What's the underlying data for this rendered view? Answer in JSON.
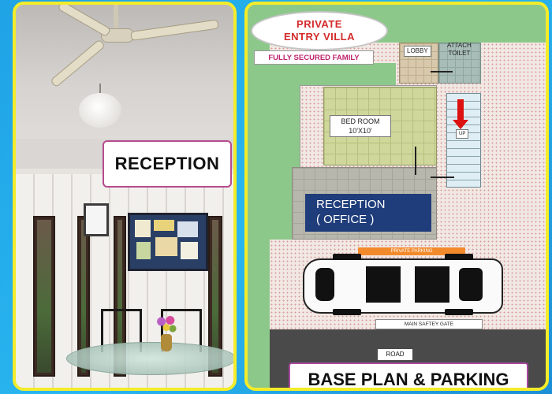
{
  "left_panel": {
    "label": "RECEPTION"
  },
  "right_panel": {
    "title_line1": "PRIVATE",
    "title_line2": "ENTRY VILLA",
    "subtitle": "FULLY SECURED FAMILY",
    "rooms": {
      "lobby": "LOBBY",
      "attach_toilet_line1": "ATTACH",
      "attach_toilet_line2": "TOILET",
      "bed_room": "BED ROOM",
      "bed_room_size": "10'X10'",
      "up": "UP",
      "reception_line1": "RECEPTION",
      "reception_line2": "( OFFICE )"
    },
    "private_parking": "PRIVATE PARKING",
    "gate": "MAIN SAFTEY GATE",
    "road": "ROAD",
    "banner": "BASE PLAN & PARKING"
  },
  "colors": {
    "frame_border": "#f3ec2a",
    "background": "#29b6f0",
    "title_red": "#d42a2a",
    "reception_office_bg": "#1f3d7a",
    "parking_orange": "#f28a2c",
    "lawn_green": "#8dc88b"
  }
}
